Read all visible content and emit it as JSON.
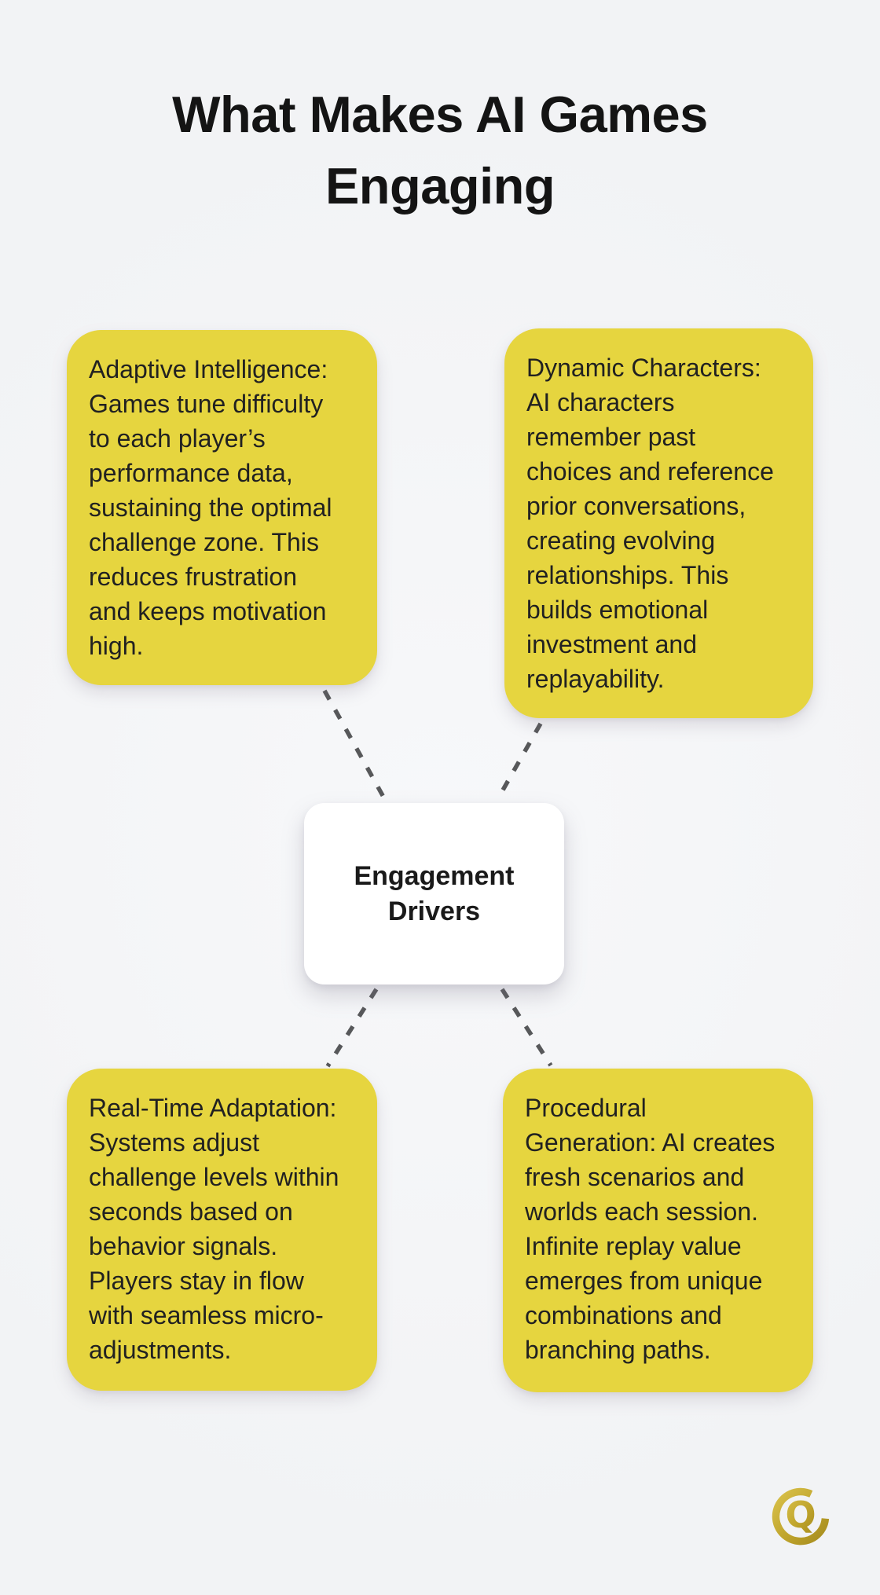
{
  "title_lines": [
    "What Makes AI Games",
    "Engaging"
  ],
  "center_node": {
    "label_lines": [
      "Engagement",
      "Drivers"
    ]
  },
  "cards": [
    {
      "id": "adaptive-intelligence",
      "lines": [
        "Adaptive Intelligence:",
        "Games tune difficulty",
        "to each player’s",
        "performance data,",
        "sustaining the optimal",
        "challenge zone. This",
        "reduces frustration",
        "and keeps motivation",
        "high."
      ]
    },
    {
      "id": "dynamic-characters",
      "lines": [
        "Dynamic Characters:",
        "AI characters",
        "remember past",
        "choices and reference",
        "prior conversations,",
        "creating evolving",
        "relationships. This",
        "builds emotional",
        "investment and",
        "replayability."
      ]
    },
    {
      "id": "real-time-adaptation",
      "lines": [
        "Real-Time Adaptation:",
        "Systems adjust",
        "challenge levels within",
        "seconds based on",
        "behavior signals.",
        "Players stay in flow",
        "with seamless micro-",
        "adjustments."
      ]
    },
    {
      "id": "procedural-generation",
      "lines": [
        "Procedural",
        "Generation: AI creates",
        "fresh scenarios and",
        "worlds each session.",
        "Infinite replay value",
        "emerges from unique",
        "combinations and",
        "branching paths."
      ]
    }
  ],
  "logo": {
    "letter": "Q"
  },
  "colors": {
    "background": "#F4F5F7",
    "card_yellow": "#E6D53F",
    "connector_gray": "#57585A",
    "center_white": "#FFFFFF",
    "text_dark": "#1C1C1C",
    "logo_gold": "#BFA42C"
  }
}
